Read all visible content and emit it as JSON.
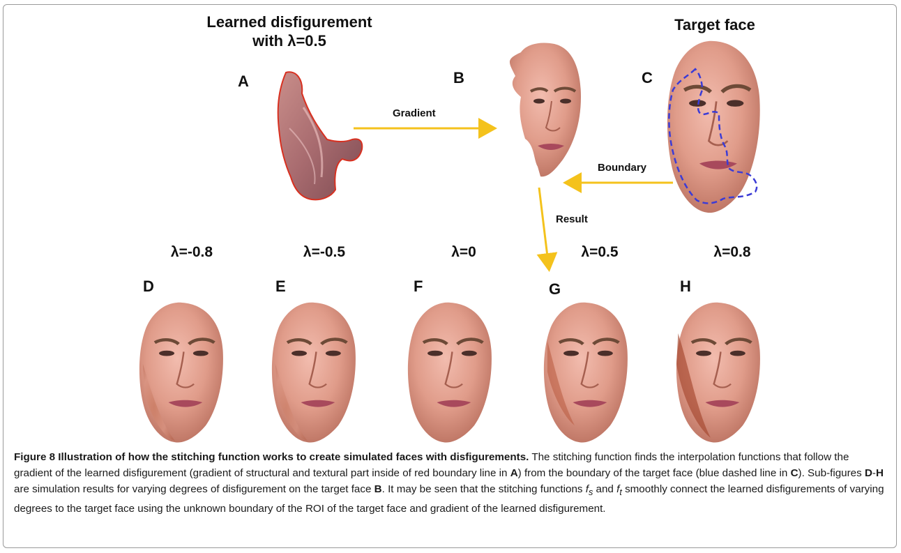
{
  "figure": {
    "title_learned": [
      "Learned disfigurement",
      "with λ=0.5"
    ],
    "title_target": "Target face",
    "panel_letters": [
      "A",
      "B",
      "C",
      "D",
      "E",
      "F",
      "G",
      "H"
    ],
    "arrow_labels": {
      "gradient": "Gradient",
      "boundary": "Boundary",
      "result": "Result"
    },
    "lambda_labels": [
      "λ=-0.8",
      "λ=-0.5",
      "λ=0",
      "λ=0.5",
      "λ=0.8"
    ],
    "colors": {
      "arrow": "#f4c21c",
      "skin": "#e6a596",
      "blue_boundary": "#3b3bd6",
      "red_boundary": "#d83020"
    }
  },
  "caption": {
    "label": "Figure 8 Illustration of how the stitching function works to create simulated faces with disfigurements.",
    "p1": " The stitching function finds the interpolation functions that follow the gradient of the learned disfigurement (gradient of structural and textural part inside of red boundary line in ",
    "b1": "A",
    "p2": ") from the boundary of the target face (blue dashed line in ",
    "b2": "C",
    "p3": "). Sub-figures ",
    "b3": "D",
    "p4": "-",
    "b4": "H",
    "p5": " are simulation results for varying degrees of disfigurement on the target face ",
    "b5": "B",
    "p6": ". It may be seen that the stitching functions ",
    "fs": "f",
    "fs_sub": "s",
    "p7": " and ",
    "ft": "f",
    "ft_sub": "t",
    "p8": " smoothly connect the learned disfigurements of varying degrees to the target face using the unknown boundary of the ROI of the target face and gradient of the learned disfigurement."
  }
}
